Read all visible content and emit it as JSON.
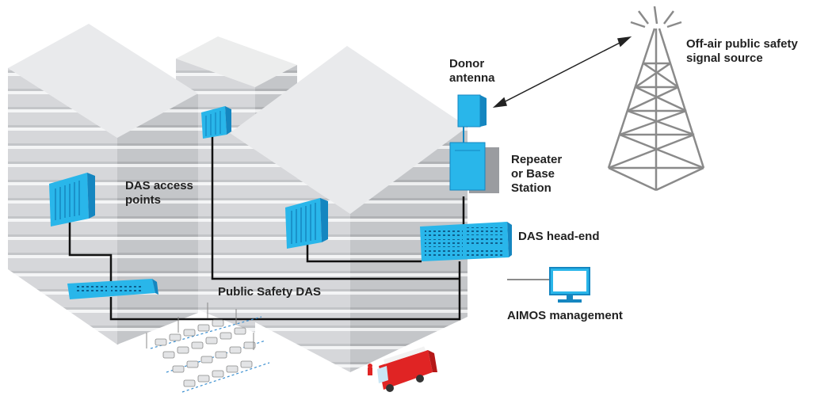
{
  "labels": {
    "das_access_points": "DAS access\npoints",
    "public_safety_das": "Public Safety DAS",
    "donor_antenna": "Donor\nantenna",
    "off_air_source": "Off-air public safety\nsignal source",
    "repeater": "Repeater\nor Base\nStation",
    "das_head_end": "DAS head-end",
    "aimos": "AIMOS management"
  },
  "colors": {
    "device_blue": "#29b6ea",
    "device_dark": "#1586c0",
    "building_face": "#d8d9dc",
    "building_side": "#bfc1c4",
    "building_top": "#e9eaec",
    "floor_line": "#ffffff",
    "cable": "#111111",
    "tower": "#8a8a8a",
    "link_dotted": "#3b8fd0",
    "fire_truck": "#e02424"
  },
  "icons": [
    "access-point-icon",
    "head-end-rack-icon",
    "repeater-icon",
    "donor-antenna-icon",
    "tower-icon",
    "monitor-icon",
    "fire-truck-icon",
    "car-icon"
  ]
}
